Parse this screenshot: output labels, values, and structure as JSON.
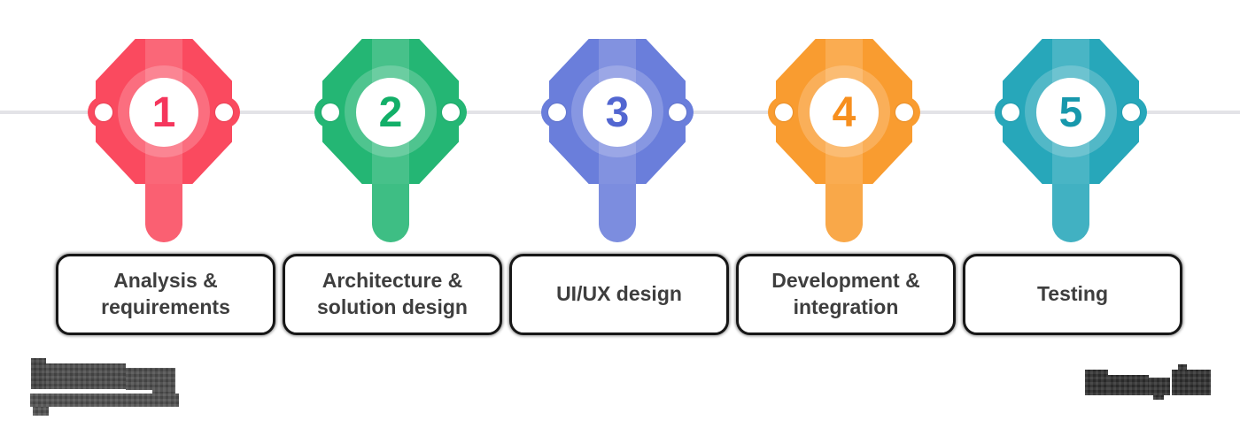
{
  "diagram": {
    "type": "process-timeline",
    "step_count": 5,
    "line_color": "#E3E3E7",
    "dot_color": "#FFFFFF",
    "label_text_color": "#3E3E3E",
    "label_border_color": "#171717"
  },
  "steps": [
    {
      "number": "1",
      "label": "Analysis & requirements",
      "color": "#FA4A5F",
      "number_color": "#F5365C"
    },
    {
      "number": "2",
      "label": "Architecture & solution design",
      "color": "#24B674",
      "number_color": "#12AF68"
    },
    {
      "number": "3",
      "label": "UI/UX design",
      "color": "#6A7EDB",
      "number_color": "#5266D1"
    },
    {
      "number": "4",
      "label": "Development & integration",
      "color": "#F99C30",
      "number_color": "#F78F1E"
    },
    {
      "number": "5",
      "label": "Testing",
      "color": "#27A7BA",
      "number_color": "#1798AC"
    }
  ],
  "watermarks": {
    "left": {
      "name": "pixelated-logo-left",
      "legible_text": "",
      "color": "#474747"
    },
    "right": {
      "name": "pixelated-logo-right",
      "legible_text": "",
      "color": "#2D2D2D"
    }
  }
}
